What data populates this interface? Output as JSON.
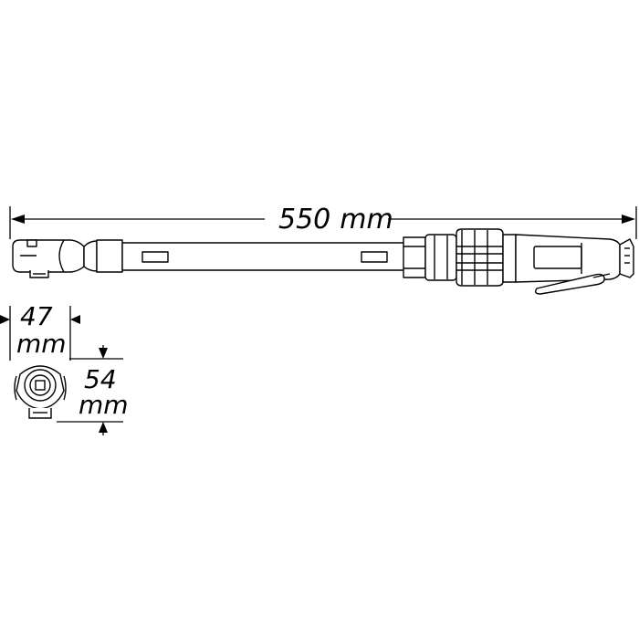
{
  "dimensions": {
    "length": {
      "value": "550",
      "unit": "mm"
    },
    "head_width": {
      "value": "47",
      "unit": "mm"
    },
    "head_height": {
      "value": "54",
      "unit": "mm"
    }
  },
  "colors": {
    "line": "#000000",
    "background": "#ffffff"
  }
}
